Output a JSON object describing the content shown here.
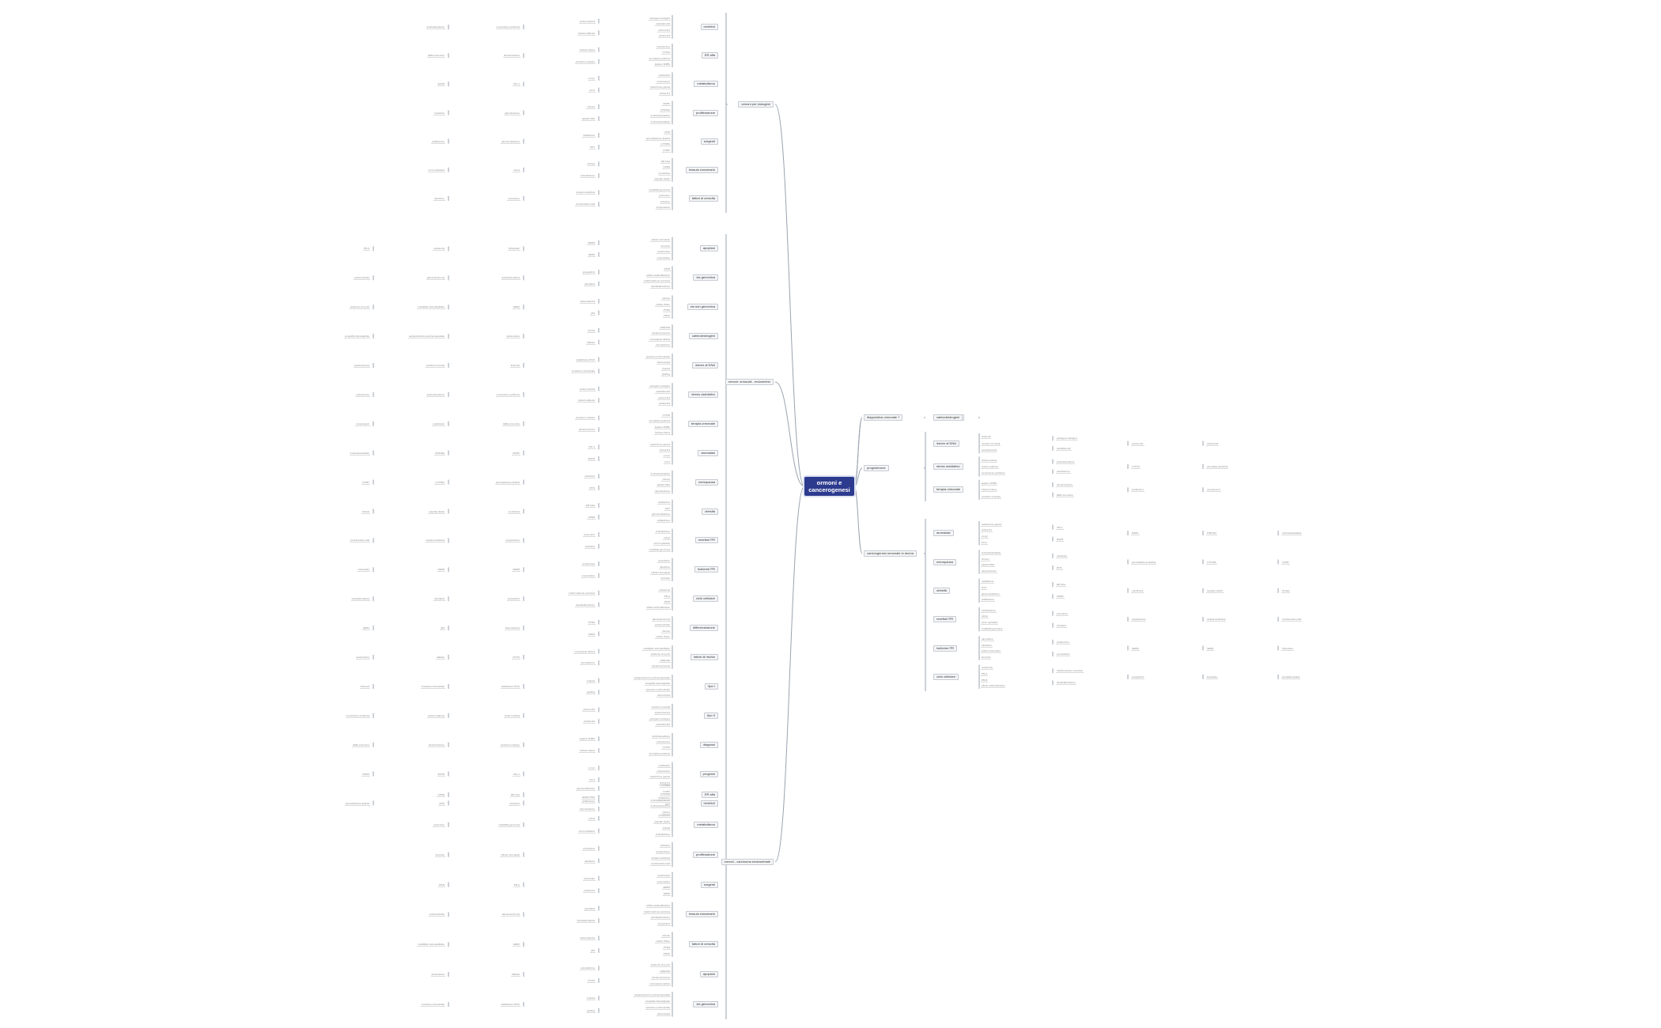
{
  "root_title": "ormoni e\ncancerogenesi",
  "main_branches": [
    "ormoni per estrogeni",
    "ormoni: ormonali - endometrio",
    "diagnostica ormonale ?",
    "progesterone",
    "carcinogenesi ormonale in donna",
    "ormoni - carcinoma endometriale"
  ],
  "sub_branches": [
    "recettori",
    "ER alfa",
    "metabolismo",
    "proliferazione",
    "sorgenti",
    "tessuto mammario",
    "fattori di crescita",
    "apoptosi",
    "via genomica",
    "via non genomica",
    "catecolestrogeni",
    "danno al DNA",
    "stress ossidativo",
    "terapia ormonale",
    "aromatasi",
    "menopausa",
    "obesità",
    "recettori PR",
    "isoforme PR",
    "ciclo cellulare",
    "differenziazione",
    "fattori di rischio",
    "tipo I",
    "tipo II",
    "diagnosi",
    "prognosi"
  ],
  "leaves": [
    "estrogeni endogeni",
    "estradiolo E2",
    "estrone E1",
    "estriolo E3",
    "sintesi ovarica",
    "tessuto adiposo",
    "conversione periferica",
    "androstenedione",
    "testosterone",
    "CYP19",
    "aromatasi periferica",
    "legame SHBG",
    "frazione libera",
    "recettore nucleare",
    "dimerizzazione",
    "ERE promotore",
    "coattivatori",
    "corepressori",
    "trascrizione genica",
    "ciclina D1",
    "c-myc",
    "bcl-2",
    "IGF-1",
    "EGFR",
    "MAPK",
    "PI3K/Akt",
    "4-idrossiestradiolo",
    "2-idrossiestradiolo",
    "chinoni",
    "addotti DNA",
    "depurinazione",
    "mutazioni",
    "ROS",
    "perossidazione lipidica",
    "CYP1B1",
    "COMT",
    "metilazione",
    "GST",
    "glucuronidazione",
    "solfatazione",
    "ER beta",
    "GPER",
    "membrana",
    "segnale rapido",
    "chinasi",
    "fosforilazione",
    "mitosi",
    "errori replicativi",
    "instabilità genomica",
    "promotore",
    "iniziatore",
    "progressione",
    "terapia sostitutiva",
    "contraccettivi orali",
    "tamoxifene",
    "raloxifene",
    "inibitori aromatasi",
    "letrozolo",
    "anastrozolo",
    "exemestane",
    "SERM",
    "SERD",
    "fulvestrant",
    "resistenza",
    "PR-A",
    "PR-B",
    "effetto antiproliferativo",
    "trasformazione secretiva",
    "decidualizzazione",
    "progestinici",
    "iperplasia",
    "iperplasia atipica",
    "adenocarcinoma",
    "endometrioide",
    "sieroso",
    "cellule chiare",
    "PTEN",
    "KRAS",
    "beta-catenina",
    "p53",
    "HER2",
    "instabilità microsatellitare",
    "sindrome di Lynch",
    "nulliparità",
    "menarca precoce",
    "menopausa tardiva",
    "anovulazione",
    "PCOS",
    "diabete",
    "ipertensione",
    "sanguinamento postmenopausale",
    "ecografia transvaginale",
    "spessore endometriale",
    "isteroscopia",
    "biopsia",
    "grading",
    "stadiazione FIGO",
    "invasione miometriale",
    "linfonodi",
    "recettori ormonali",
    "sopravvivenza"
  ],
  "colors": {
    "root_bg": "#2d3b8f",
    "root_text": "#ffffff",
    "link": "#9aa3b1",
    "node_border": "#c7cbd2",
    "leaf_text": "#8a8a8a",
    "branch_text": "#333333"
  }
}
